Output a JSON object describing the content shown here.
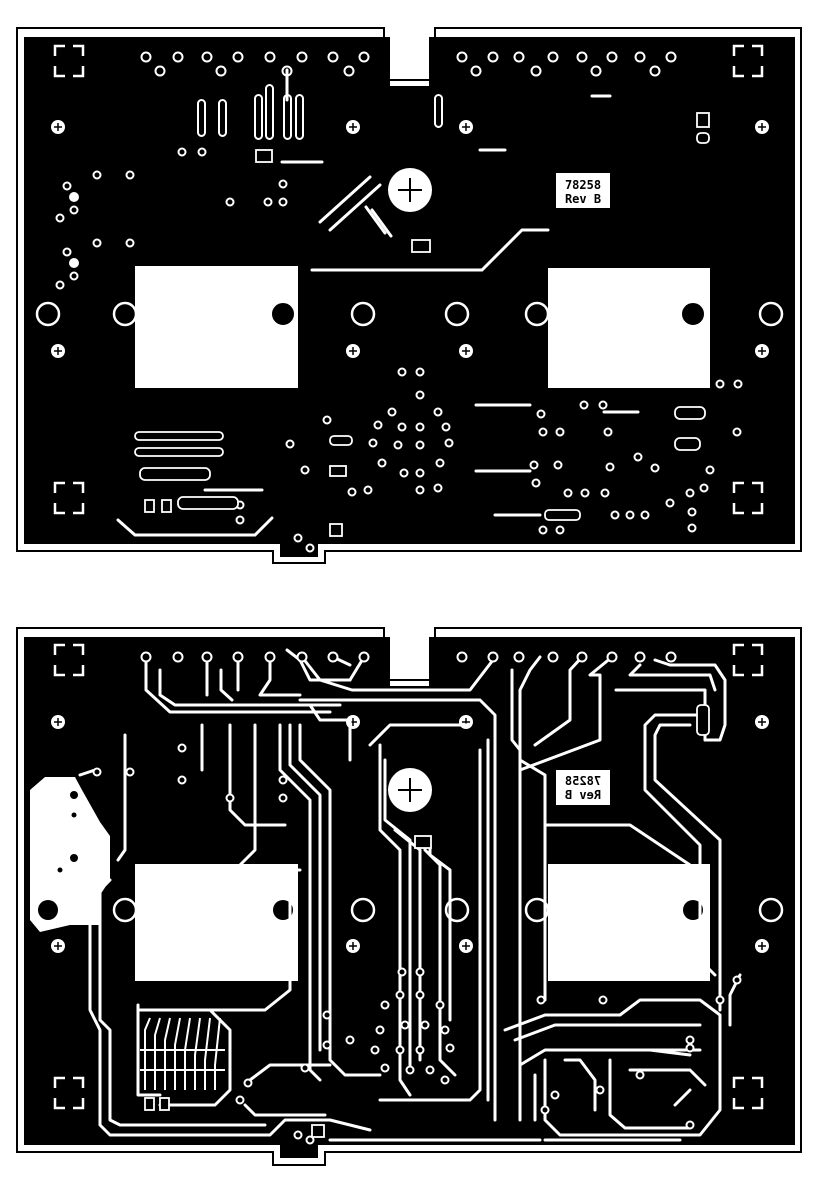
{
  "colors": {
    "board": "#000000",
    "copper": "#ffffff",
    "background": "#ffffff"
  },
  "top_layer": {
    "part_number": "78258",
    "revision": "Rev B"
  },
  "bottom_layer": {
    "part_number": "78258",
    "revision": "Rev B",
    "mirrored": true
  }
}
